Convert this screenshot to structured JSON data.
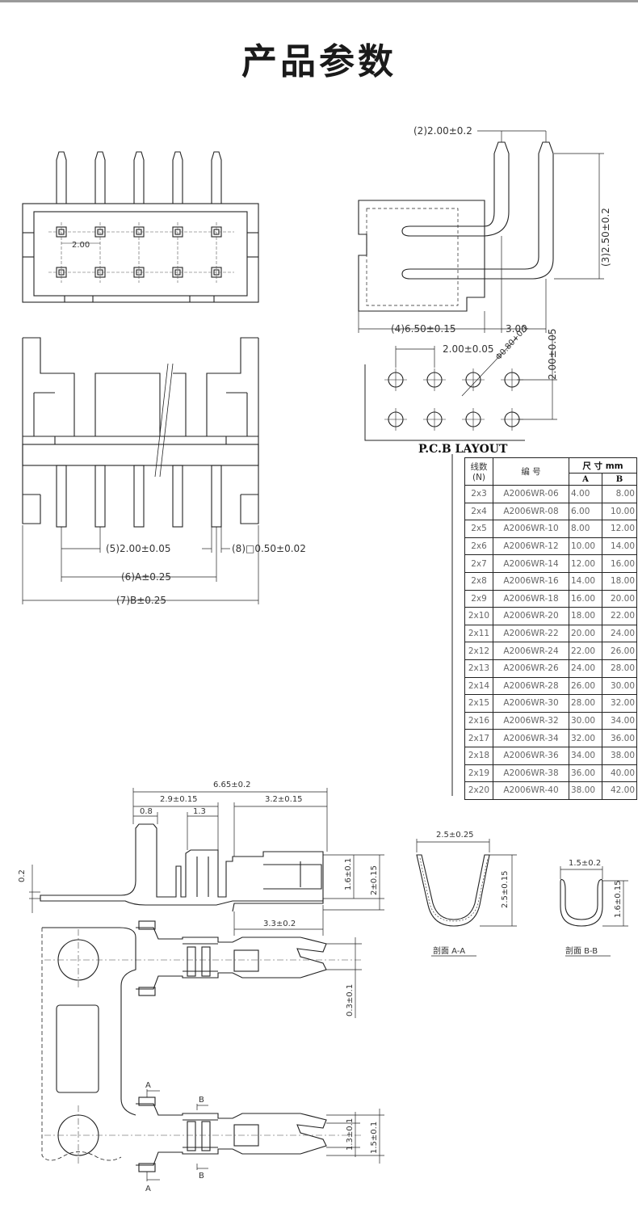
{
  "title": "产品参数",
  "connector": {
    "pitch_label": "2.00",
    "pitch_tol_label": "(5)2.00±0.05",
    "pin_size_label": "(8)□0.50±0.02",
    "dim_a_label": "(6)A±0.25",
    "dim_b_label": "(7)B±0.25",
    "side_pitch_label": "(2)2.00±0.2",
    "side_height_label": "(3)2.50±0.2",
    "side_depth_label": "(4)6.50±0.15",
    "side_offset_label": "3.00"
  },
  "pcb": {
    "title": "P.C.B LAYOUT",
    "pitch_x_label": "2.00±0.05",
    "pitch_y_label": "2.00±0.05",
    "hole_label": "Φ0.80+0.1"
  },
  "table": {
    "col_n": "线数",
    "col_n_sub": "(N)",
    "col_part": "编  号",
    "col_size": "尺 寸 mm",
    "col_a": "A",
    "col_b": "B",
    "rows": [
      {
        "n": "2x3",
        "part": "A2006WR-06",
        "a": "4.00",
        "b": "8.00"
      },
      {
        "n": "2x4",
        "part": "A2006WR-08",
        "a": "6.00",
        "b": "10.00"
      },
      {
        "n": "2x5",
        "part": "A2006WR-10",
        "a": "8.00",
        "b": "12.00"
      },
      {
        "n": "2x6",
        "part": "A2006WR-12",
        "a": "10.00",
        "b": "14.00"
      },
      {
        "n": "2x7",
        "part": "A2006WR-14",
        "a": "12.00",
        "b": "16.00"
      },
      {
        "n": "2x8",
        "part": "A2006WR-16",
        "a": "14.00",
        "b": "18.00"
      },
      {
        "n": "2x9",
        "part": "A2006WR-18",
        "a": "16.00",
        "b": "20.00"
      },
      {
        "n": "2x10",
        "part": "A2006WR-20",
        "a": "18.00",
        "b": "22.00"
      },
      {
        "n": "2x11",
        "part": "A2006WR-22",
        "a": "20.00",
        "b": "24.00"
      },
      {
        "n": "2x12",
        "part": "A2006WR-24",
        "a": "22.00",
        "b": "26.00"
      },
      {
        "n": "2x13",
        "part": "A2006WR-26",
        "a": "24.00",
        "b": "28.00"
      },
      {
        "n": "2x14",
        "part": "A2006WR-28",
        "a": "26.00",
        "b": "30.00"
      },
      {
        "n": "2x15",
        "part": "A2006WR-30",
        "a": "28.00",
        "b": "32.00"
      },
      {
        "n": "2x16",
        "part": "A2006WR-32",
        "a": "30.00",
        "b": "34.00"
      },
      {
        "n": "2x17",
        "part": "A2006WR-34",
        "a": "32.00",
        "b": "36.00"
      },
      {
        "n": "2x18",
        "part": "A2006WR-36",
        "a": "34.00",
        "b": "38.00"
      },
      {
        "n": "2x19",
        "part": "A2006WR-38",
        "a": "36.00",
        "b": "40.00"
      },
      {
        "n": "2x20",
        "part": "A2006WR-40",
        "a": "38.00",
        "b": "42.00"
      }
    ]
  },
  "terminal": {
    "total_len": "6.65±0.2",
    "seg1": "2.9±0.15",
    "seg2": "3.2±0.15",
    "w1": "0.8",
    "w2": "1.3",
    "thick": "0.2",
    "h1": "1.6±0.1",
    "h2": "2±0.15",
    "contact_len": "3.3±0.2",
    "gap": "0.3±0.1",
    "bottom_h1": "1.3±0.1",
    "bottom_h2": "1.5±0.1",
    "mark_a": "A",
    "mark_b": "B"
  },
  "sections": {
    "aa_width": "2.5±0.25",
    "aa_height": "2.5±0.15",
    "aa_label": "剖面 A-A",
    "bb_width": "1.5±0.2",
    "bb_height": "1.6±0.15",
    "bb_label": "剖面 B-B"
  }
}
